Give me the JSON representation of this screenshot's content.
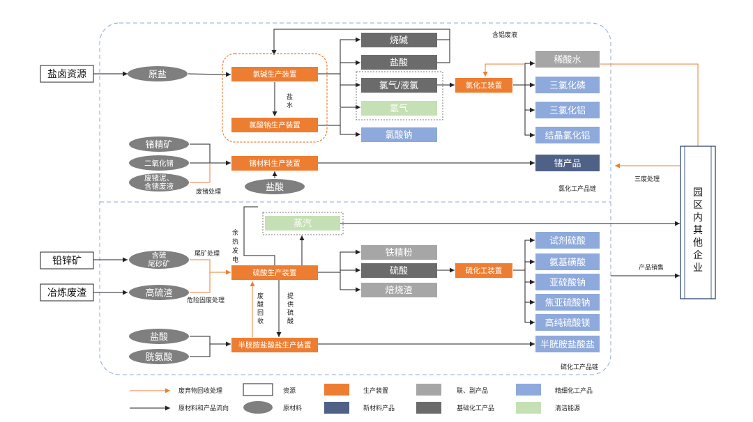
{
  "resources": [
    "盐卤资源",
    "铅锌矿",
    "冶炼废渣"
  ],
  "raw_materials": {
    "yuanyan": "原盐",
    "zhejingkuang": "锗精矿",
    "erlyanghuazhe": "二氧化锗",
    "feizheni_1": "废锗泥、",
    "feizheni_2": "含锗废液",
    "yansuan_1": "盐酸",
    "hanliu_1": "含硫",
    "hanliu_2": "尾砂矿",
    "gaoliuzha": "高硫渣",
    "yansuan_2": "盐酸",
    "guananssuan": "胱氨酸"
  },
  "units": {
    "lujian": "氯碱生产装置",
    "lvsuanna": "氯酸钠生产装置",
    "zhecailiao": "锗材料生产装置",
    "lvhuagong": "氯化工装置",
    "liusuan_unit": "硫酸生产装置",
    "liuhuagong": "硫化工装置",
    "banguang": "半胱胺盐酸盐生产装置"
  },
  "products": {
    "shaojian": "烧碱",
    "yansuan_p": "盐酸",
    "lvqi": "氯气/液氯",
    "qingqi": "氢气",
    "lvsuanna_p": "氯酸钠",
    "xisuanshui": "稀酸水",
    "sanlvhualin": "三氯化磷",
    "sanlvhualv": "三氯化铝",
    "jiejinglvhualv": "结晶氯化铝",
    "zhechanpin": "锗产品",
    "zhengqi": "蒸汽",
    "tiejingfen": "铁精粉",
    "liusuan_p": "硫酸",
    "beishaozha": "焙烧渣",
    "shijiliusuan": "试剂硫酸",
    "anjihuangsuan": "氨基磺酸",
    "yaliusuanna": "亚硫酸钠",
    "jiaoyaliusuanna": "焦亚硫酸钠",
    "gaochunliusuanmei": "高纯硫酸镁",
    "banguang_p": "半胱胺盐酸盐"
  },
  "company": [
    "园",
    "区",
    "内",
    "其",
    "他",
    "企",
    "业"
  ],
  "annotations": {
    "hanlvfeiye": "含铝废液",
    "yanshui": [
      "盐",
      "水"
    ],
    "feizhechuli": "废锗处理",
    "lvchain": "氯化工产品链",
    "sanfei": "三废处理",
    "yure": [
      "余",
      "热",
      "发",
      "电"
    ],
    "weikuang": "尾矿处理",
    "weixian": "危险固废处理",
    "feisuan": [
      "废",
      "酸",
      "回",
      "收"
    ],
    "tigong": [
      "提",
      "供",
      "硫",
      "酸"
    ],
    "chanpinxiaoshou": "产品销售",
    "liuchain": "硫化工产品链"
  },
  "legend": {
    "waste": "废弃物回收处理",
    "flow": "原材料和产品流向",
    "resource": "资源",
    "raw": "原材料",
    "unit": "生产装置",
    "newmat": "新材料产品",
    "byproduct": "联、副产品",
    "basic": "基础化工产品",
    "fine": "精细化工产品",
    "clean": "清洁能源"
  },
  "colors": {
    "orange": "#ED7D31",
    "gray_dark": "#6B6B6B",
    "gray_light": "#A6A6A6",
    "navy": "#4F6187",
    "blue_light": "#8EA9DB",
    "green_light": "#C5E0B4",
    "raw_gray": "#7F7F7F",
    "border_dash": "#8EA9DB"
  }
}
